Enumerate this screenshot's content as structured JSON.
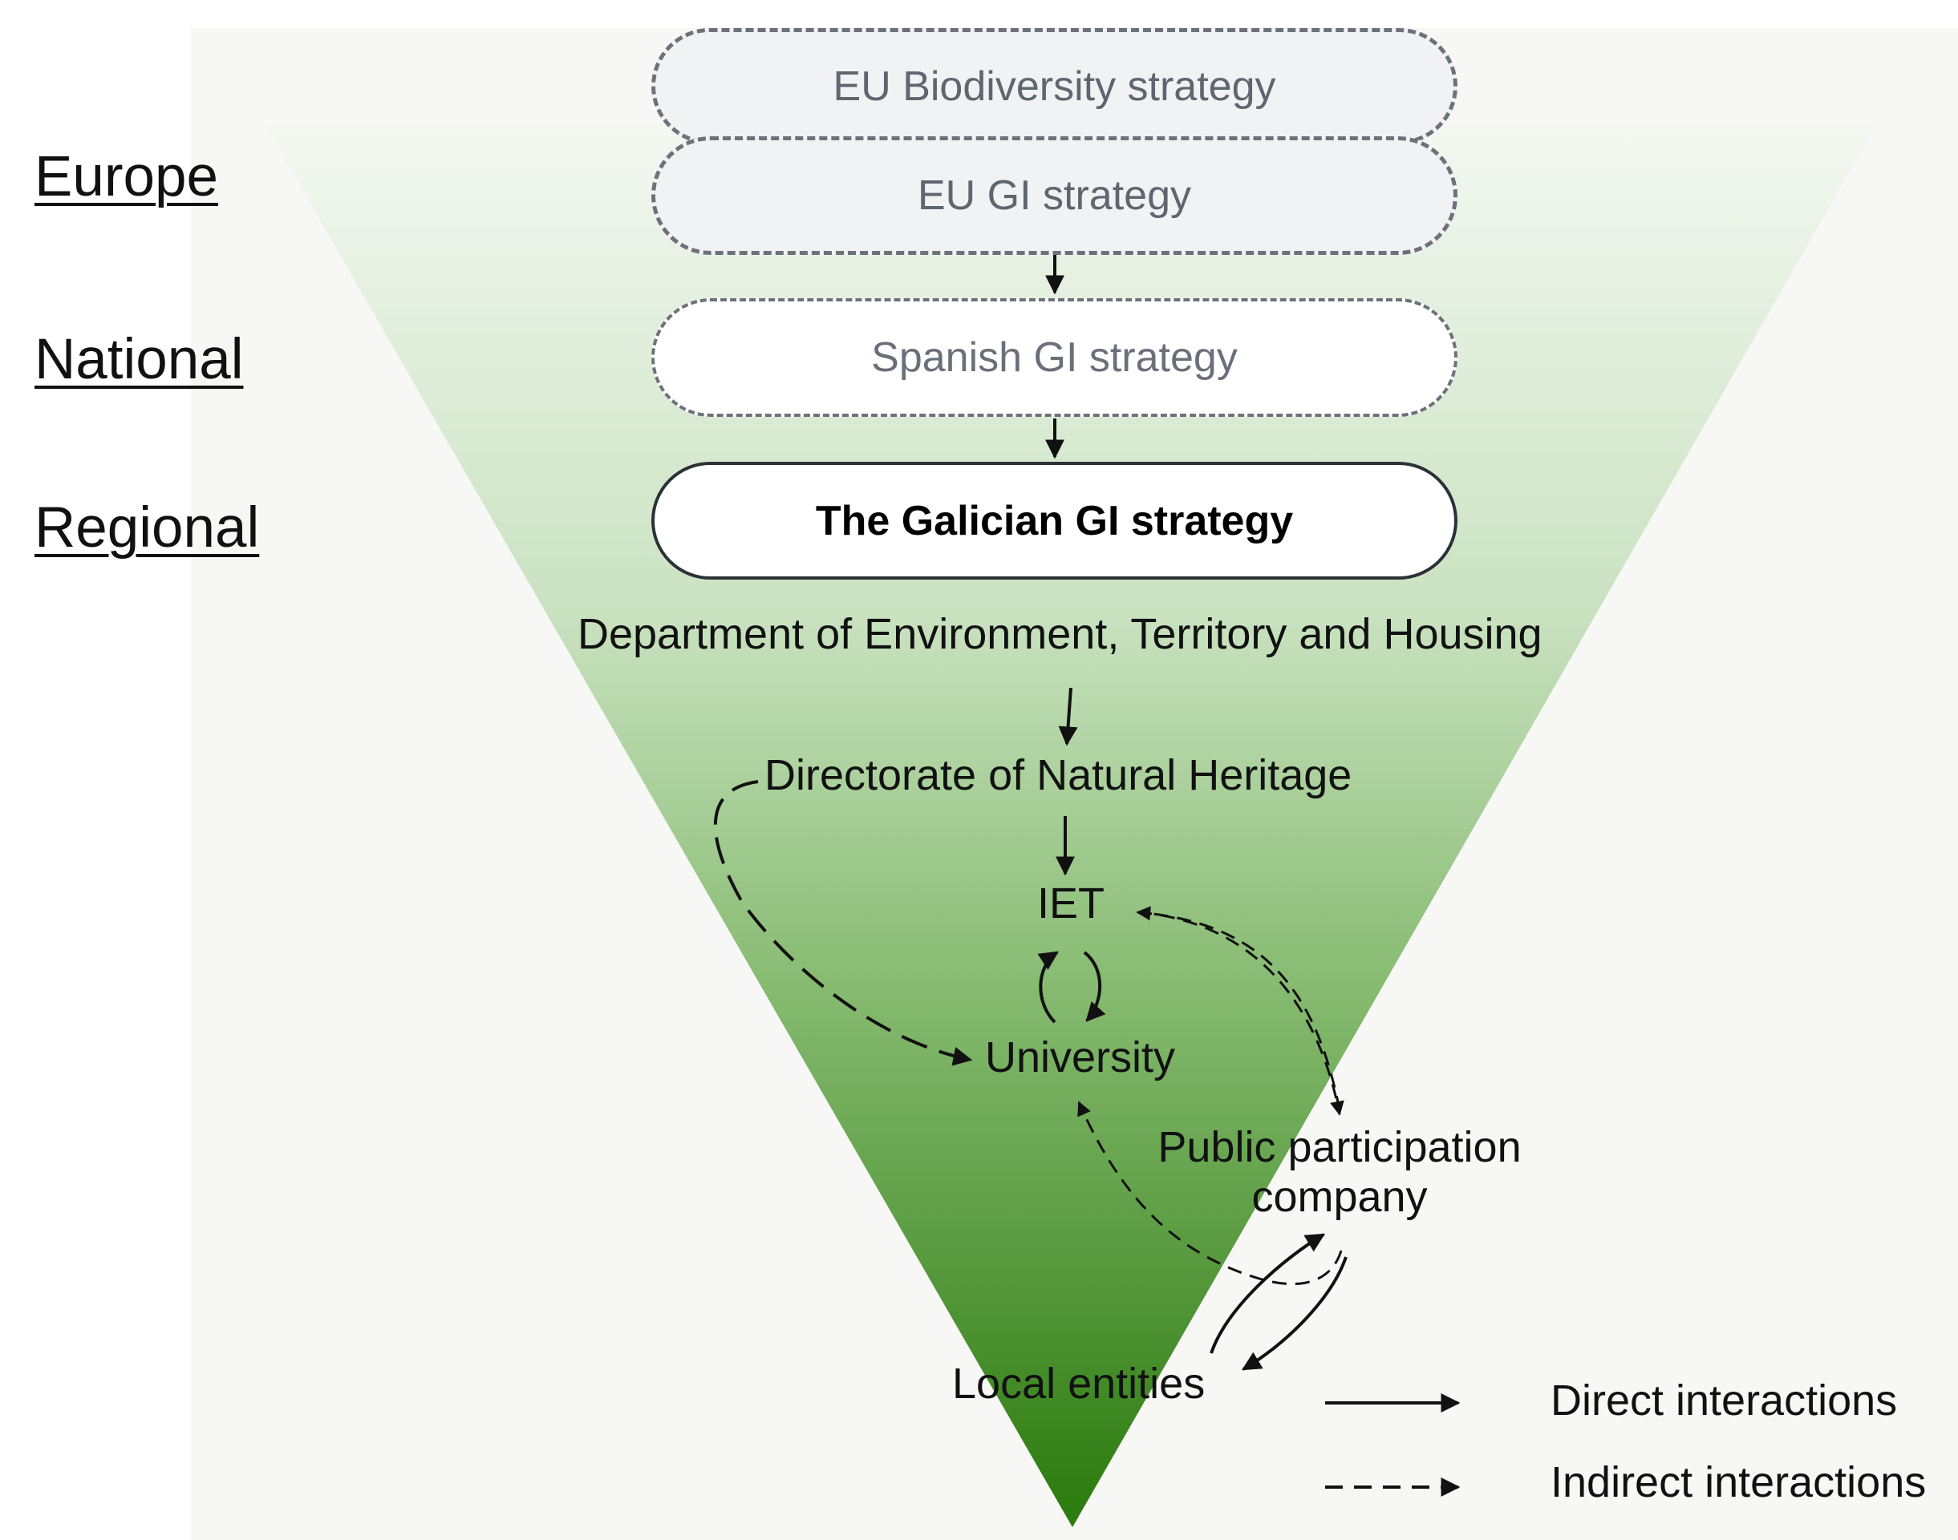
{
  "levels": {
    "europe": "Europe",
    "national": "National",
    "regional": "Regional"
  },
  "strategies": {
    "eu_biodiversity": "EU Biodiversity strategy",
    "eu_gi": "EU GI strategy",
    "spanish_gi": "Spanish GI strategy",
    "galician_gi": "The Galician GI strategy"
  },
  "actors": {
    "department": "Department of Environment, Territory and Housing",
    "directorate": "Directorate of Natural Heritage",
    "iet": "IET",
    "university": "University",
    "public_participation_line1": "Public participation",
    "public_participation_line2": "company",
    "local_entities": "Local entities"
  },
  "legend": {
    "direct": "Direct interactions",
    "indirect": "Indirect interactions"
  },
  "colors": {
    "triangle_top": "#dcecd7",
    "triangle_bottom": "#2a7a0c",
    "background_panel": "#f7f8f6",
    "eu_box_fill": "#f1f2f4",
    "eu_box_border": "#6d727a",
    "muted_text": "#5f6670",
    "line": "#111111"
  }
}
